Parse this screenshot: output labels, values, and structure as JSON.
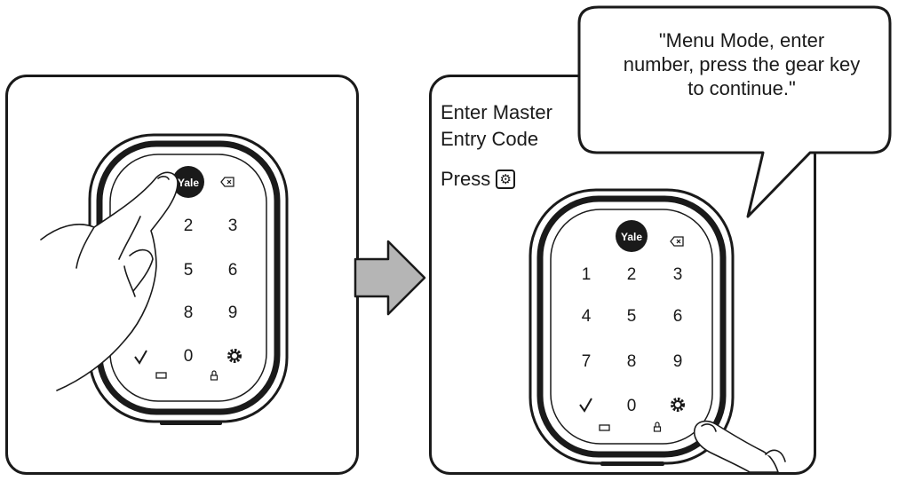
{
  "step1": {
    "lock": {
      "logo": "Yale",
      "keys": [
        "2",
        "3",
        "5",
        "6",
        "8",
        "9",
        "0"
      ],
      "icons": [
        "backspace-icon",
        "check-icon",
        "gear-icon",
        "battery-icon",
        "lock-icon"
      ]
    },
    "gesture": "hand-touching-logo"
  },
  "arrow": {
    "direction": "right",
    "color": "#b5b5b5"
  },
  "step2": {
    "instruction_line1": "Enter Master",
    "instruction_line2": "Entry Code",
    "press_label": "Press",
    "speech": "\"Menu Mode, enter number, press the gear key to continue.\"",
    "lock": {
      "logo": "Yale",
      "keys": [
        "1",
        "2",
        "3",
        "4",
        "5",
        "6",
        "7",
        "8",
        "9",
        "0"
      ],
      "icons": [
        "backspace-icon",
        "check-icon",
        "gear-icon",
        "battery-icon",
        "lock-icon"
      ]
    },
    "gesture": "finger-pressing-gear-key"
  }
}
